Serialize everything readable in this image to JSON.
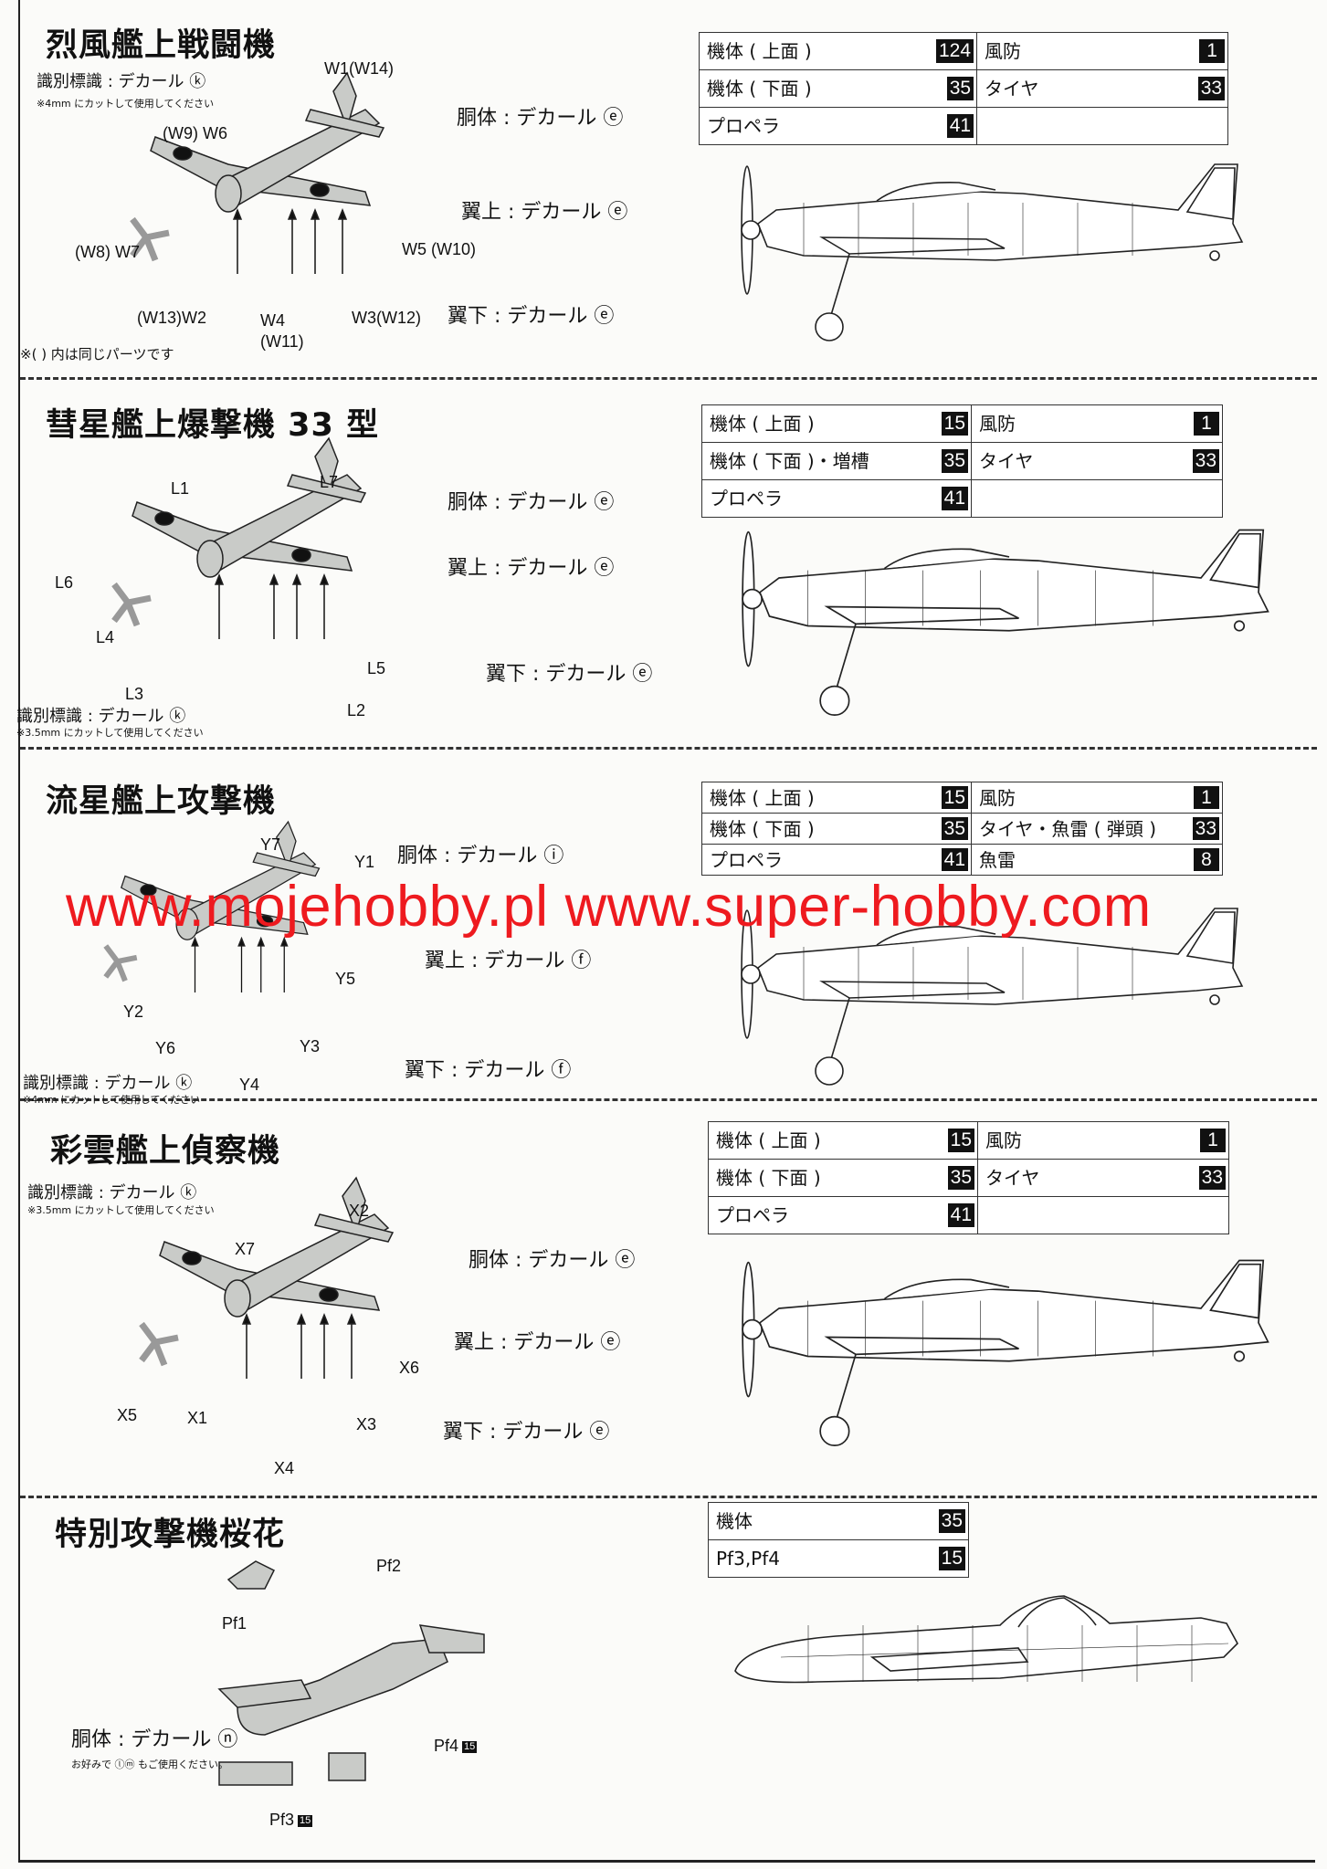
{
  "sections": [
    {
      "title": "烈風艦上戦闘機",
      "ident_label": "識別標識 : デカール ⓚ",
      "ident_note": "※4mm にカットして使用してください",
      "decals": [
        "胴体 : デカール ⓔ",
        "翼上 : デカール ⓔ",
        "翼下 : デカール ⓔ"
      ],
      "parts": [
        "W1(W14)",
        "(W9) W6",
        "(W8) W7",
        "W5 (W10)",
        "(W13)W2",
        "W4",
        "(W11)",
        "W3(W12)"
      ],
      "footnote": "※( ) 内は同じパーツです",
      "colors": [
        {
          "label": "機体 ( 上面 )",
          "code": "124",
          "label2": "風防",
          "code2": "1"
        },
        {
          "label": "機体 ( 下面 )",
          "code": "35",
          "label2": "タイヤ",
          "code2": "33"
        },
        {
          "label": "プロペラ",
          "code": "41",
          "label2": "",
          "code2": ""
        }
      ]
    },
    {
      "title": "彗星艦上爆撃機 33 型",
      "ident_label": "識別標識 : デカール ⓚ",
      "ident_note": "※3.5mm にカットして使用してください",
      "decals": [
        "胴体 : デカール ⓔ",
        "翼上 : デカール ⓔ",
        "翼下 : デカール ⓔ"
      ],
      "parts": [
        "L1",
        "L7",
        "L6",
        "L4",
        "L5",
        "L3",
        "L2"
      ],
      "colors": [
        {
          "label": "機体 ( 上面 )",
          "code": "15",
          "label2": "風防",
          "code2": "1"
        },
        {
          "label": "機体 ( 下面 )・増槽",
          "code": "35",
          "label2": "タイヤ",
          "code2": "33"
        },
        {
          "label": "プロペラ",
          "code": "41",
          "label2": "",
          "code2": ""
        }
      ]
    },
    {
      "title": "流星艦上攻撃機",
      "ident_label": "識別標識 : デカール ⓚ",
      "ident_note": "※4mm にカットして使用してください",
      "decals": [
        "胴体 : デカール ⓘ",
        "翼上 : デカール ⓕ",
        "翼下 : デカール ⓕ"
      ],
      "parts": [
        "Y7",
        "Y1",
        "Y5",
        "Y2",
        "Y6",
        "Y3",
        "Y4"
      ],
      "colors": [
        {
          "label": "機体 ( 上面 )",
          "code": "15",
          "label2": "風防",
          "code2": "1"
        },
        {
          "label": "機体 ( 下面 )",
          "code": "35",
          "label2": "タイヤ・魚雷 ( 弾頭 )",
          "code2": "33"
        },
        {
          "label": "プロペラ",
          "code": "41",
          "label2": "魚雷",
          "code2": "8"
        }
      ]
    },
    {
      "title": "彩雲艦上偵察機",
      "ident_label": "識別標識 : デカール ⓚ",
      "ident_note": "※3.5mm にカットして使用してください",
      "decals": [
        "胴体 : デカール ⓔ",
        "翼上 : デカール ⓔ",
        "翼下 : デカール ⓔ"
      ],
      "parts": [
        "X2",
        "X7",
        "X6",
        "X5",
        "X1",
        "X3",
        "X4"
      ],
      "colors": [
        {
          "label": "機体 ( 上面 )",
          "code": "15",
          "label2": "風防",
          "code2": "1"
        },
        {
          "label": "機体 ( 下面 )",
          "code": "35",
          "label2": "タイヤ",
          "code2": "33"
        },
        {
          "label": "プロペラ",
          "code": "41",
          "label2": "",
          "code2": ""
        }
      ]
    },
    {
      "title": "特別攻撃機桜花",
      "ident_label": "胴体 : デカール ⓝ",
      "ident_note": "お好みで ⓛⓜ もご使用ください。",
      "decals": [],
      "parts": [
        "Pf2",
        "Pf1",
        "Pf4",
        "Pf3"
      ],
      "part_codes": {
        "Pf4": "15",
        "Pf3": "15"
      },
      "colors": [
        {
          "label": "機体",
          "code": "35"
        },
        {
          "label": "Pf3,Pf4",
          "code": "15"
        }
      ]
    }
  ],
  "watermark": "www.mojehobby.pl www.super-hobby.com",
  "style_colors": {
    "paint_badge_bg": "#111111",
    "watermark": "#ee1a1f",
    "part_fill": "#c9cbc8",
    "line": "#222222"
  }
}
